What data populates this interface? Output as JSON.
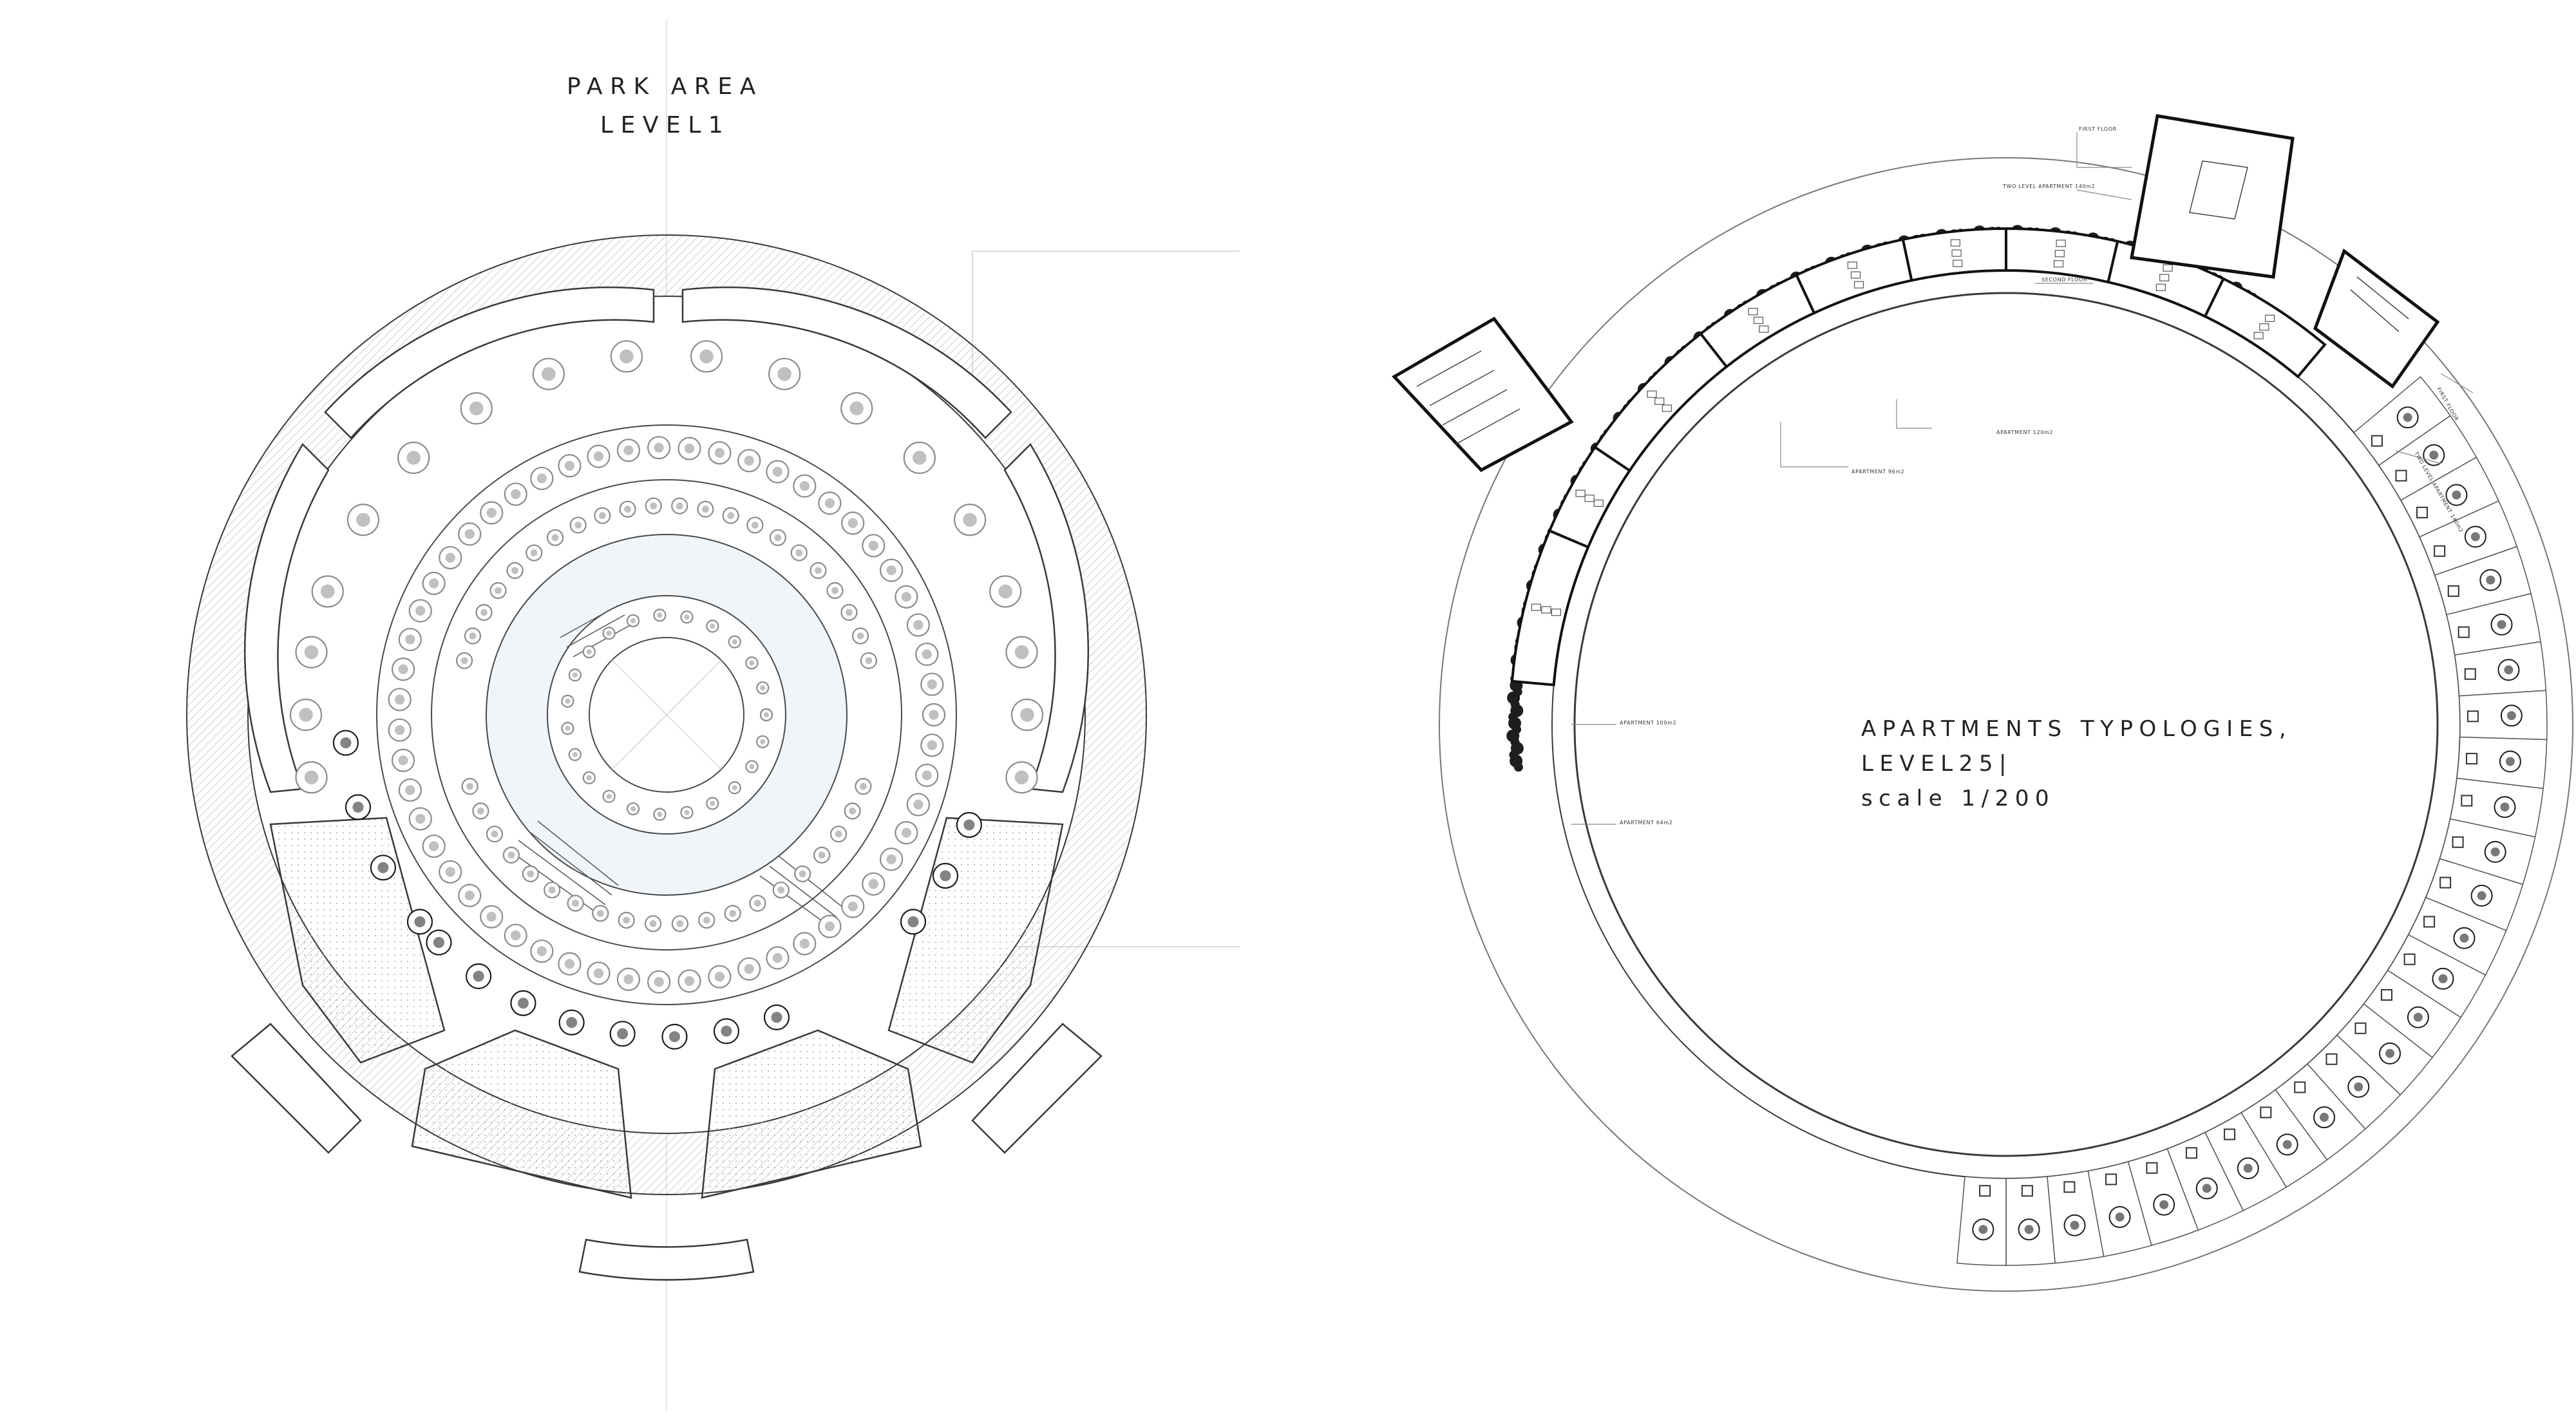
{
  "left_plan": {
    "title_line1": "PARK AREA",
    "title_line2": "LEVEL1"
  },
  "right_plan": {
    "title_line1": "APARTMENTS TYPOLOGIES,",
    "title_line2": "LEVEL25|",
    "title_line3": "scale 1/200",
    "callouts": [
      {
        "id": "first-floor-1",
        "text": "FIRST FLOOR"
      },
      {
        "id": "two-level-apt-1",
        "text": "TWO LEVEL APARTMENT 140m2"
      },
      {
        "id": "second-floor",
        "text": "SECOND FLOOR"
      },
      {
        "id": "first-floor-2",
        "text": "FIRST FLOOR"
      },
      {
        "id": "two-level-apt-2",
        "text": "TWO LEVEL APARTMENT 140m2"
      },
      {
        "id": "apartment-a",
        "text": "APARTMENT 120m2"
      },
      {
        "id": "apartment-b",
        "text": "APARTMENT 96m2"
      },
      {
        "id": "apartment-c",
        "text": "APARTMENT 100m2"
      },
      {
        "id": "apartment-d",
        "text": "APARTMENT 64m2"
      }
    ]
  },
  "colors": {
    "line": "#3a3a3a",
    "hatch": "#9a9a9a",
    "tree_dark": "#1e1e1e",
    "tree_light": "#8c8c8c",
    "plaza": "#eef3f7"
  }
}
